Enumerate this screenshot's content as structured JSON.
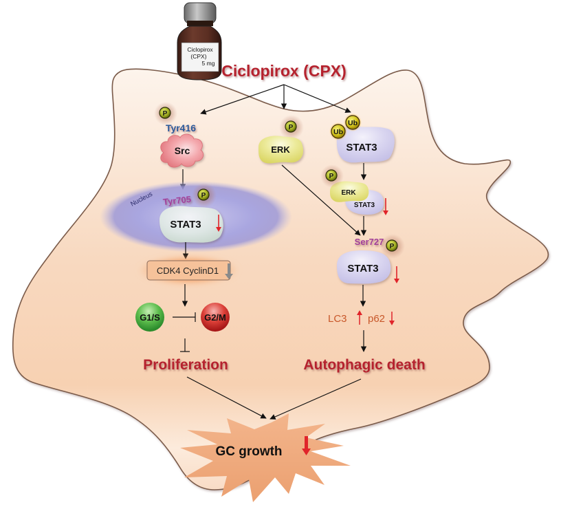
{
  "drug": {
    "bottle_label_line1": "Ciclopirox",
    "bottle_label_line2": "(CPX)",
    "bottle_label_line3": "5 mg",
    "title": "Ciclopirox (CPX)"
  },
  "left_branch": {
    "phospho_label": "P",
    "site_label": "Tyr416",
    "kinase": "Src",
    "nucleus_label": "Nucleus",
    "stat3_site": "Tyr705",
    "stat3_phospho": "P",
    "stat3_label": "STAT3",
    "targets_label": "CDK4 CyclinD1",
    "phase1": "G1/S",
    "phase2": "G2/M",
    "outcome": "Proliferation"
  },
  "middle_branch": {
    "phospho_label": "P",
    "kinase": "ERK"
  },
  "right_branch": {
    "ub1": "Ub",
    "ub2": "Ub",
    "stat3_label": "STAT3",
    "complex_phospho": "P",
    "complex_erk": "ERK",
    "complex_stat3": "STAT3",
    "stat3_site": "Ser727",
    "stat3_phospho": "P",
    "stat3_final": "STAT3",
    "markers_lc3": "LC3",
    "markers_p62": "p62",
    "outcome": "Autophagic death"
  },
  "result": {
    "label": "GC growth"
  },
  "colors": {
    "title_red": "#b5232f",
    "cell_fill": "#f8d4b8",
    "cell_outline": "#7a5a48",
    "nucleus": "#8f8fd6",
    "src_pink": "#f08a90",
    "erk_yellow": "#e4e07a",
    "stat3_lavender": "#d2cdee",
    "tyr416_blue": "#2c5a9a",
    "site_purple": "#a2409a",
    "phospho_green": "#a9b52a",
    "ub_yellow": "#e8cc1a",
    "g1s_green": "#3aa63a",
    "g2m_red": "#d22a2a",
    "marker_orange": "#c8582a",
    "down_arrow_red": "#e0242a",
    "burst_orange": "#eea77a"
  }
}
